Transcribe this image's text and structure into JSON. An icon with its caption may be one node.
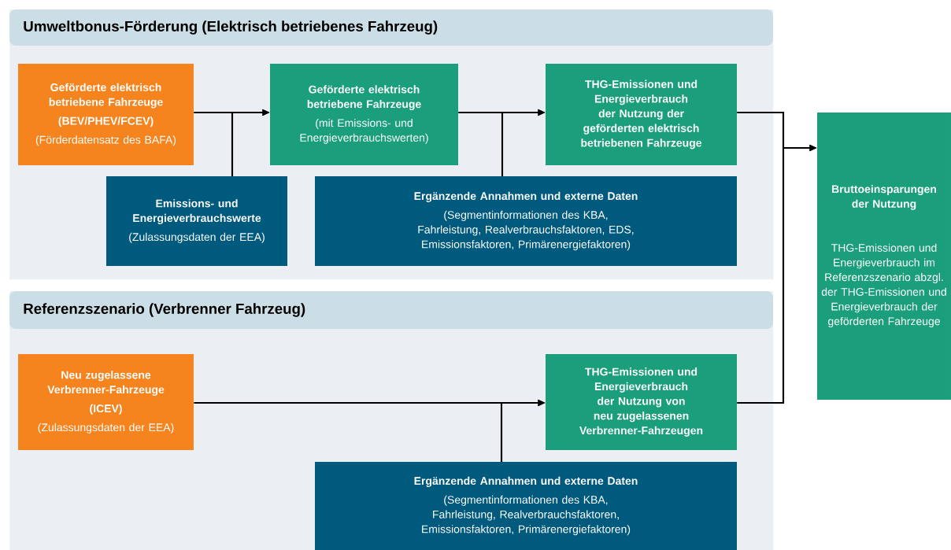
{
  "diagram": {
    "nodes": [
      {
        "text": [
          "Umweltbonus-Förderung (Elektrisch betriebenes Fahrzeug)"
        ]
      },
      {
        "text": [
          "Geförderte elektrisch betriebene Fahrzeuge",
          "(BEV/PHEV/FCEV)",
          "(Förderdatensatz des BAFA)"
        ],
        "in": 0
      },
      {
        "text": [
          "Geförderte elektrisch betriebene Fahrzeuge",
          "(mit Emissions- und Energieverbrauchswerten)"
        ],
        "in": 0
      },
      {
        "text": [
          "THG-Emissionen und Energieverbrauch der Nutzung der geförderten elektrisch betriebenen Fahrzeuge"
        ],
        "in": 0
      },
      {
        "text": [
          "Emissions- und Energieverbrauchswerte",
          "(Zulassungsdaten der EEA)"
        ],
        "in": 0
      },
      {
        "text": [
          "Ergänzende Annahmen und externe Daten",
          "(Segmentinformationen des KBA, Fahrleistung, Realverbrauchsfaktoren, EDS, Emissionsfaktoren, Primärenergiefaktoren)"
        ],
        "in": 0
      },
      {
        "text": [
          "Referenzszenario (Verbrenner Fahrzeug)"
        ]
      },
      {
        "text": [
          "Neu zugelassene Verbrenner-Fahrzeuge",
          "(ICEV)",
          "(Zulassungsdaten der EEA)"
        ],
        "in": 6
      },
      {
        "text": [
          "THG-Emissionen und Energieverbrauch der Nutzung von neu zugelassenen Verbrenner-Fahrzeugen"
        ],
        "in": 6
      },
      {
        "text": [
          "Ergänzende Annahmen und externe Daten",
          "(Segmentinformationen des KBA, Fahrleistung, Realverbrauchsfaktoren, Emissionsfaktoren, Primärenergiefaktoren)"
        ],
        "in": 6
      },
      {
        "text": [
          "Bruttoeinsparungen der Nutzung",
          "THG-Emissionen und Energieverbrauch im Referenzszenario abzgl. der THG-Emissionen und Energieverbrauch der geförderten Fahrzeuge"
        ]
      }
    ],
    "edges": [
      {
        "from": 1,
        "to": 2,
        "arrow": "to"
      },
      {
        "from": 4,
        "to": 2,
        "arrow": "to"
      },
      {
        "from": 2,
        "to": 3,
        "arrow": "to"
      },
      {
        "from": 5,
        "to": 3,
        "arrow": "to"
      },
      {
        "from": 3,
        "to": 10,
        "arrow": "to"
      },
      {
        "from": 7,
        "to": 8,
        "arrow": "to"
      },
      {
        "from": 9,
        "to": 8,
        "arrow": "to"
      },
      {
        "from": 8,
        "to": 10,
        "arrow": "to"
      }
    ]
  }
}
